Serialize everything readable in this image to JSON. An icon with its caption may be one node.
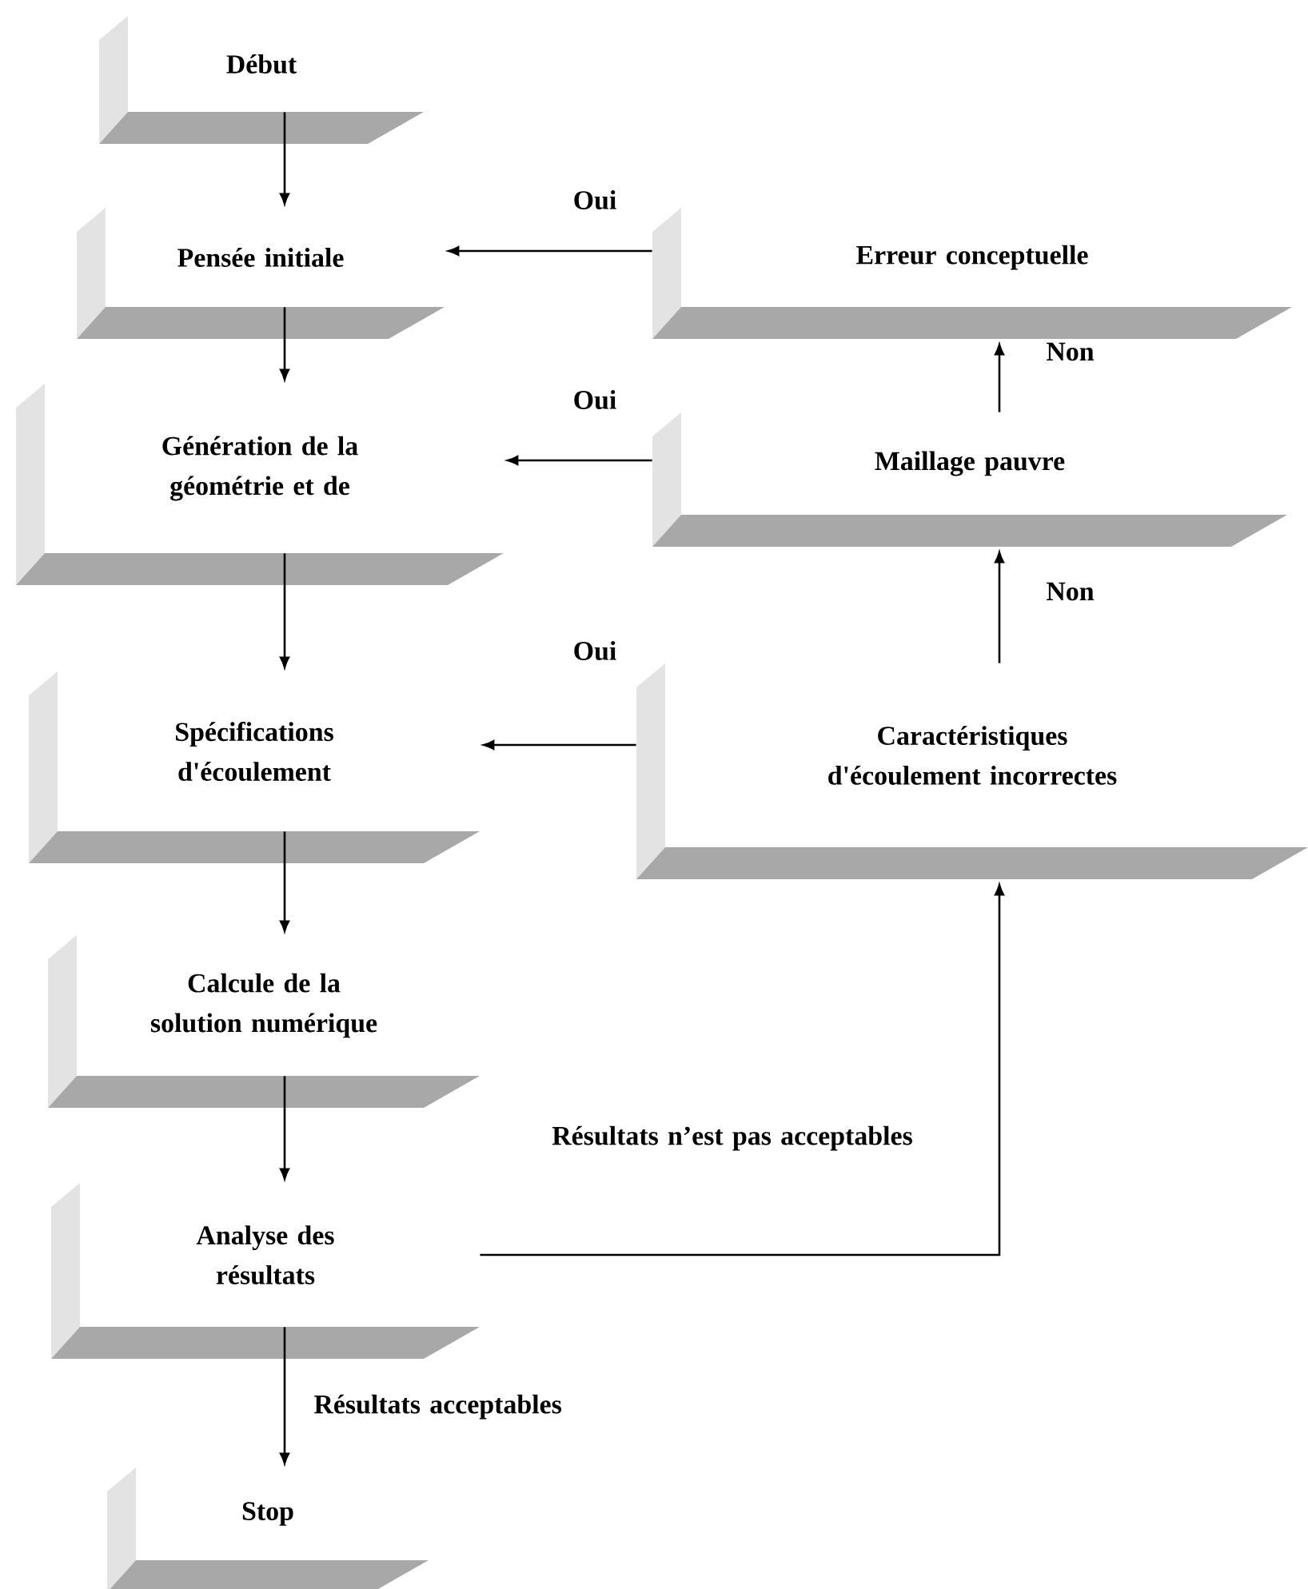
{
  "diagram": {
    "nodes": [
      {
        "text": [
          "Début"
        ]
      },
      {
        "text": [
          "Pensée initiale"
        ]
      },
      {
        "text": [
          "Génération de la géométrie et de"
        ]
      },
      {
        "text": [
          "Spécifications d'écoulement"
        ]
      },
      {
        "text": [
          "Calcule de la solution numérique"
        ]
      },
      {
        "text": [
          "Analyse des résultats"
        ]
      },
      {
        "text": [
          "Stop"
        ]
      },
      {
        "text": [
          "Erreur conceptuelle"
        ]
      },
      {
        "text": [
          "Maillage pauvre"
        ]
      },
      {
        "text": [
          "Caractéristiques d'écoulement incorrectes"
        ]
      }
    ],
    "edges": [
      {
        "from": 0,
        "to": 1,
        "arrow": "to"
      },
      {
        "from": 1,
        "to": 2,
        "arrow": "to"
      },
      {
        "from": 2,
        "to": 3,
        "arrow": "to"
      },
      {
        "from": 3,
        "to": 4,
        "arrow": "to"
      },
      {
        "from": 4,
        "to": 5,
        "arrow": "to"
      },
      {
        "from": 5,
        "to": 6,
        "arrow": "to",
        "label": "Résultats acceptables"
      },
      {
        "from": 5,
        "to": 9,
        "arrow": "to",
        "label": "Résultats n’est pas acceptables"
      },
      {
        "from": 9,
        "to": 8,
        "arrow": "to",
        "label": "Non"
      },
      {
        "from": 8,
        "to": 7,
        "arrow": "to",
        "label": "Non"
      },
      {
        "from": 7,
        "to": 1,
        "arrow": "to",
        "label": "Oui"
      },
      {
        "from": 8,
        "to": 2,
        "arrow": "to",
        "label": "Oui"
      },
      {
        "from": 9,
        "to": 3,
        "arrow": "to",
        "label": "Oui"
      }
    ]
  }
}
